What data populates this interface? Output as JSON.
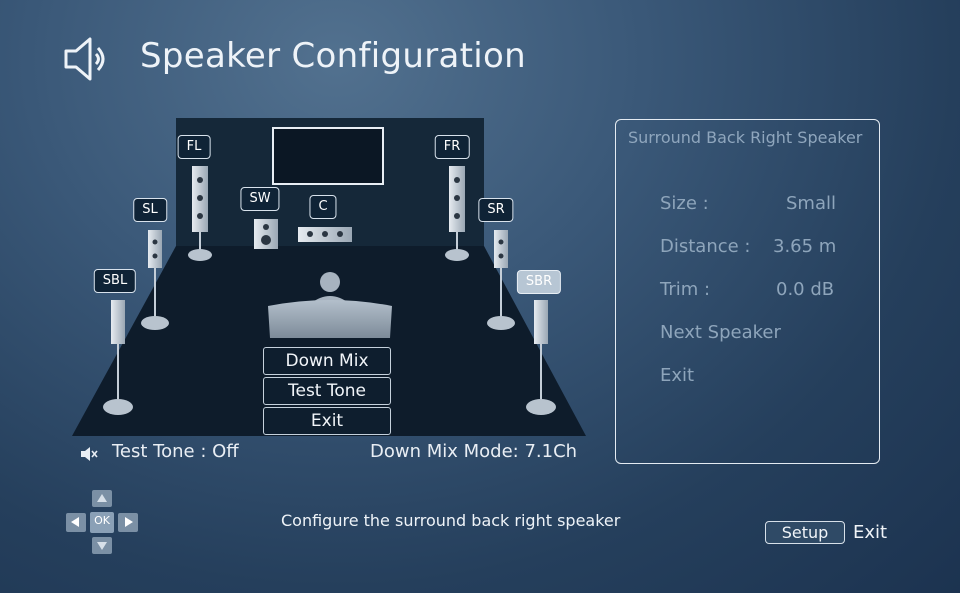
{
  "header": {
    "title": "Speaker Configuration",
    "icon": "speaker-icon"
  },
  "room": {
    "speakers": [
      {
        "id": "fl",
        "label": "FL"
      },
      {
        "id": "fr",
        "label": "FR"
      },
      {
        "id": "sw",
        "label": "SW"
      },
      {
        "id": "c",
        "label": "C"
      },
      {
        "id": "sl",
        "label": "SL"
      },
      {
        "id": "sr",
        "label": "SR"
      },
      {
        "id": "sbl",
        "label": "SBL"
      },
      {
        "id": "sbr",
        "label": "SBR",
        "selected": true
      }
    ],
    "menu": [
      "Down Mix",
      "Test Tone",
      "Exit"
    ]
  },
  "status": {
    "test_tone": "Test Tone : Off",
    "down_mix": "Down Mix Mode: 7.1Ch"
  },
  "panel": {
    "title": "Surround Back Right Speaker",
    "size_label": "Size :",
    "size_value": "Small",
    "distance_label": "Distance :",
    "distance_value": "3.65 m",
    "trim_label": "Trim :",
    "trim_value": "0.0 dB",
    "next_speaker": "Next Speaker",
    "exit": "Exit"
  },
  "footer": {
    "hint": "Configure the surround back right speaker",
    "setup": "Setup",
    "exit": "Exit",
    "ok": "OK"
  },
  "colors": {
    "accent": "#b7c6d4",
    "panel_text": "#8ea5bb",
    "room_floor": "#0e1c2b"
  }
}
